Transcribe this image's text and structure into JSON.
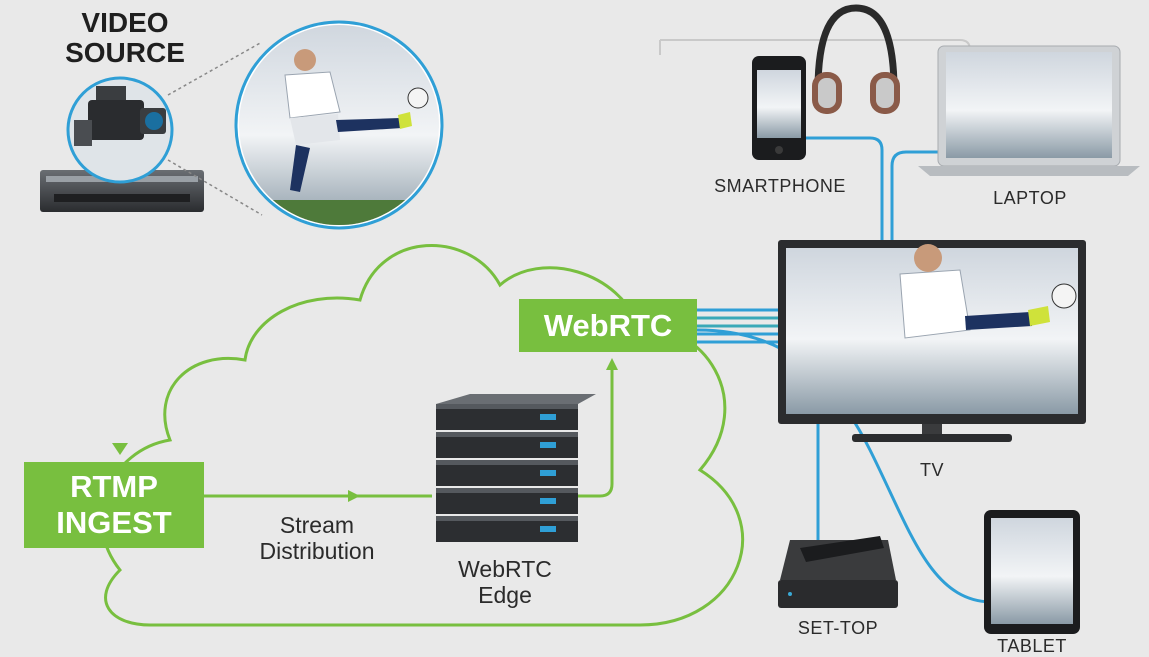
{
  "video_source": {
    "title": "VIDEO\nSOURCE"
  },
  "rtmp_ingest": {
    "label": "RTMP\nINGEST"
  },
  "webrtc": {
    "label": "WebRTC"
  },
  "stream_distribution": {
    "label": "Stream\nDistribution"
  },
  "webrtc_edge": {
    "label": "WebRTC\nEdge"
  },
  "devices": {
    "smartphone": "SMARTPHONE",
    "laptop": "LAPTOP",
    "tv": "TV",
    "settop": "SET-TOP",
    "tablet": "TABLET"
  },
  "colors": {
    "green": "#78bf3f",
    "blue": "#2f9fd6",
    "teal": "#3aa9b8",
    "background": "#e9e9e9"
  }
}
